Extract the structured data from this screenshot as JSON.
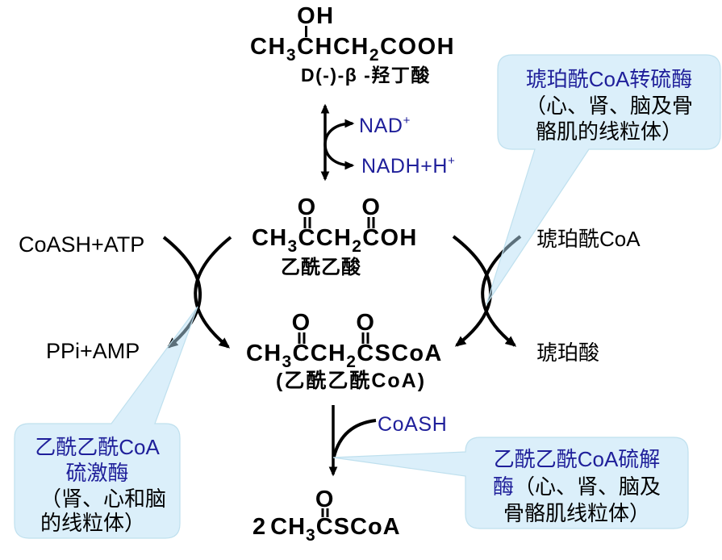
{
  "colors": {
    "reagent_blue": "#1f1f9a",
    "enzyme_blue": "#1f1f9a",
    "callout_fill": "#b8e0f5",
    "callout_border": "#bfe0ee",
    "arrow": "#000000"
  },
  "compounds": {
    "beta_hydroxybutyrate": {
      "hydroxyl": "OH",
      "formula": [
        "CH",
        "3",
        "C",
        "HCH",
        "2",
        "COOH"
      ],
      "name": "D(-)-β -羟丁酸"
    },
    "acetoacetate": {
      "carbonyl_oxygen": "O",
      "formula": [
        "CH",
        "3",
        "C",
        "CH",
        "2",
        "C",
        "OH"
      ],
      "name": "乙酰乙酸"
    },
    "acetoacetyl_coa": {
      "carbonyl_oxygen": "O",
      "formula": [
        "CH",
        "3",
        "C",
        "CH",
        "2",
        "C",
        "SCoA"
      ],
      "name": "(乙酰乙酰CoA)"
    },
    "acetyl_coa": {
      "coefficient": "2",
      "carbonyl_oxygen": "O",
      "formula": [
        "CH",
        "3",
        "C",
        "SCoA"
      ]
    }
  },
  "cofactors": {
    "nad": {
      "text": "NAD",
      "charge": "+"
    },
    "nadh": {
      "text": "NADH+H",
      "charge": "+"
    },
    "coash_atp": "CoASH+ATP",
    "ppi_amp": "PPi+AMP",
    "succinyl_coa": "琥珀酰CoA",
    "succinate": "琥珀酸",
    "coash": "CoASH"
  },
  "enzymes": {
    "succinyl_coa_transferase": {
      "enzyme_lines": [
        "琥珀酰CoA转硫酶"
      ],
      "location_lines": [
        "（心、肾、脑及骨",
        "骼肌的线粒体）"
      ]
    },
    "acetoacetyl_coa_synthetase": {
      "enzyme_lines": [
        "乙酰乙酰CoA",
        "硫激酶"
      ],
      "location_lines": [
        "（肾、心和脑",
        "的线粒体）"
      ]
    },
    "acetoacetyl_coa_thiolase": {
      "enzyme_lines": [
        "乙酰乙酰CoA硫解",
        "酶"
      ],
      "location_lines": [
        "（心、肾、脑及",
        "骨骼肌线粒体）"
      ]
    }
  }
}
